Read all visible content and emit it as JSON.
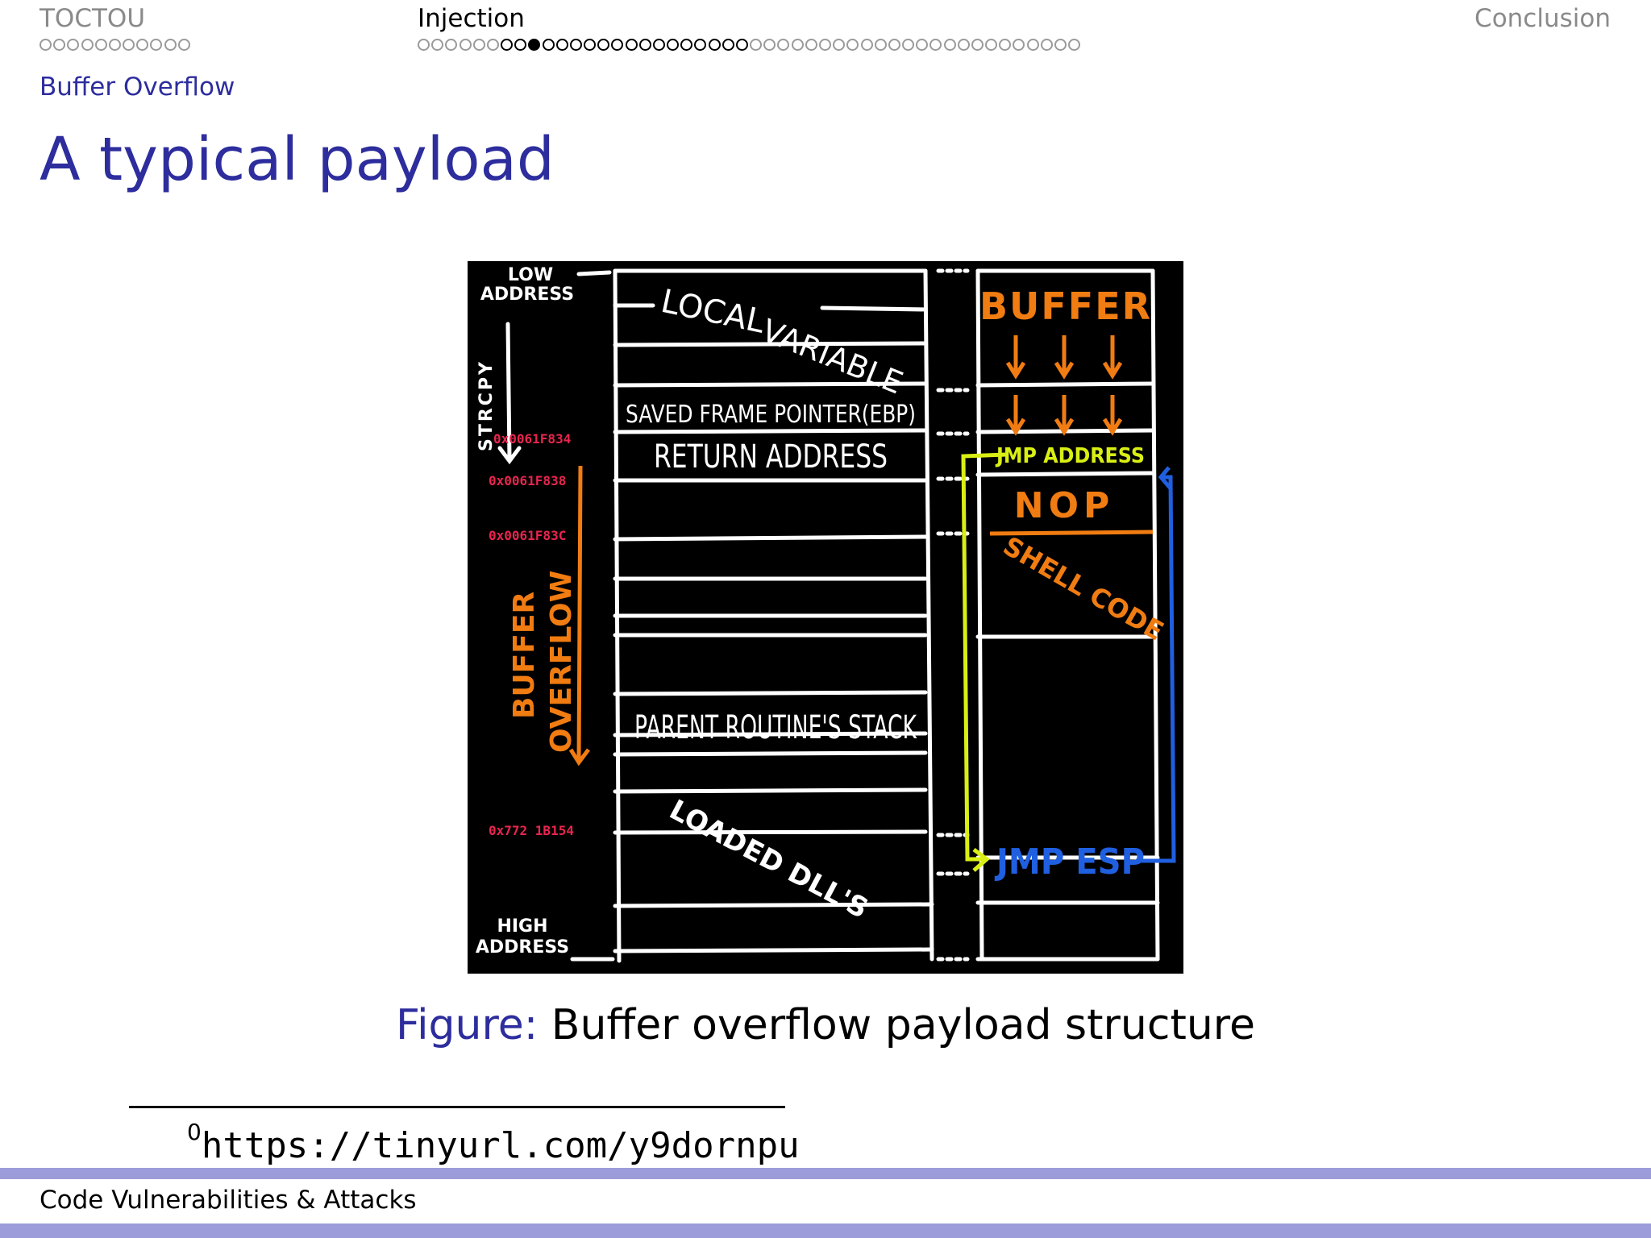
{
  "nav": {
    "sections": [
      {
        "name": "TOCTOU",
        "dot_count": 11,
        "active": false
      },
      {
        "name": "Injection",
        "dot_count": 48,
        "active": true,
        "filled_index": 8,
        "highlight_range": [
          6,
          23
        ]
      },
      {
        "name": "Conclusion",
        "dot_count": 0,
        "active": false
      }
    ]
  },
  "subsection": "Buffer Overflow",
  "frame_title": "A typical payload",
  "figure": {
    "caption_label": "Figure:",
    "caption_text": "Buffer overflow payload structure",
    "diagram": {
      "low_address": [
        "LOW",
        "ADDRESS"
      ],
      "high_address": [
        "HIGH",
        "ADDRESS"
      ],
      "strcpy": "STRCPY",
      "addresses": [
        "0x0061F834",
        "0x0061F838",
        "0x0061F83C",
        "0x772 1B154"
      ],
      "buffer_overflow": [
        "BUFFER",
        "OVERFLOW"
      ],
      "stack": {
        "local_variable": [
          "LOCAL",
          "VARIABLE"
        ],
        "saved_frame_pointer": "SAVED FRAME POINTER(EBP)",
        "return_address": "RETURN ADDRESS",
        "parent_stack": "PARENT ROUTINE'S STACK",
        "loaded_dlls": "LOADED DLL'S"
      },
      "payload": {
        "buffer": "BUFFER",
        "arrows": "↓  ↓  ↓",
        "jmp_address": "JMP ADDRESS",
        "nop": "NOP",
        "shell_code": "SHELL CODE",
        "jmp_esp": "JMP ESP"
      },
      "colors": {
        "background": "#000000",
        "lines": "#ffffff",
        "address_red": "#e8254e",
        "orange": "#f07c12",
        "yellow": "#d9ef14",
        "blue": "#1f5fe0"
      }
    }
  },
  "footnote": {
    "mark": "0",
    "url": "https://tinyurl.com/y9dornpu"
  },
  "footer": {
    "title": "Code Vulnerabilities & Attacks"
  }
}
